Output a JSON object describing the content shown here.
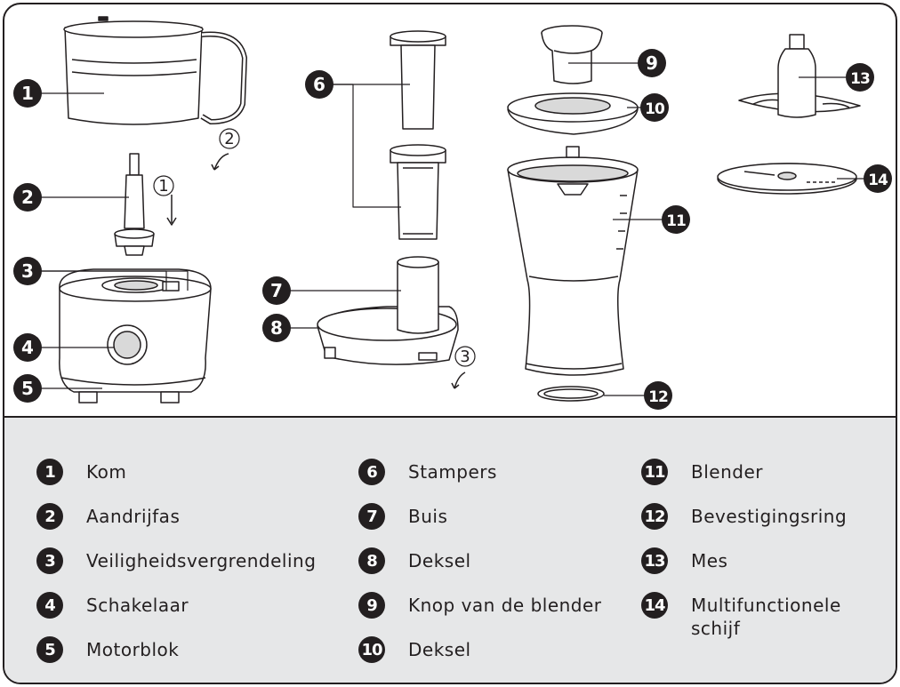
{
  "legend": [
    {
      "num": "1",
      "label": "Kom"
    },
    {
      "num": "2",
      "label": "Aandrijfas"
    },
    {
      "num": "3",
      "label": "Veiligheidsvergrendeling"
    },
    {
      "num": "4",
      "label": "Schakelaar"
    },
    {
      "num": "5",
      "label": "Motorblok"
    },
    {
      "num": "6",
      "label": "Stampers"
    },
    {
      "num": "7",
      "label": "Buis"
    },
    {
      "num": "8",
      "label": "Deksel"
    },
    {
      "num": "9",
      "label": "Knop van de blender"
    },
    {
      "num": "10",
      "label": "Deksel"
    },
    {
      "num": "11",
      "label": "Blender"
    },
    {
      "num": "12",
      "label": "Bevestigingsring"
    },
    {
      "num": "13",
      "label": "Mes"
    },
    {
      "num": "14",
      "label": "Multifunctionele schijf"
    }
  ],
  "steps": [
    "2",
    "1",
    "3"
  ],
  "colors": {
    "ink": "#231f20",
    "legend_bg": "#e6e7e8",
    "part_fill": "#ffffff",
    "shade": "#d9d9d9"
  }
}
